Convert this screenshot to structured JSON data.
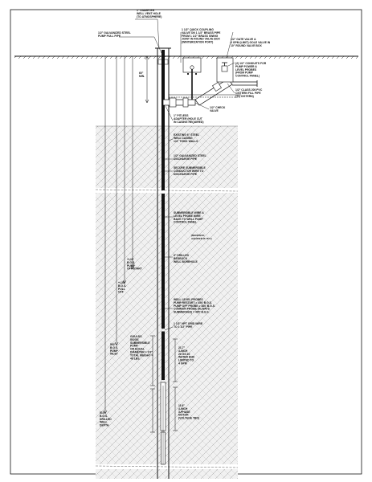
{
  "labels": {
    "vent": [
      "1\" DIAMETER",
      "WELL VENT HOLE",
      "(TO ATMOSPHERE)"
    ],
    "pump_pull_pipe": [
      "1/2\" GALVANIZED STEEL",
      "PUMP PULL PIPE"
    ],
    "quick_coupling": [
      "1 1/2\" QUICK COUPLING",
      "VALVE ON 1 1/2\" BRASS PIPE",
      "FROM 1 1/2\" BRASS SWING",
      "JOINT IN ROUND VALVE BOX",
      "(WINTERIZATION PORT)"
    ],
    "gate_valve": [
      "1/2\" GATE VALVE &",
      "4 GPM (LIMIT) GOLE VALVE IN",
      "10\" ROUND VALVE BOX"
    ],
    "conduits": [
      "(2) 1/2\" CONDUITS FOR",
      "PUMP POWER &",
      "LEVEL PROBES",
      "(FROM PUMP",
      "CONTROL PANEL)"
    ],
    "depth_60": [
      "60\"",
      "MIN."
    ],
    "pvc": [
      "1/2\" CLASS 200 PVC",
      "CISTERN FILL PIPE",
      "(TO CISTERN)"
    ],
    "check_valve": [
      "1/2\" CHECK",
      "VALVE"
    ],
    "pitless": [
      "1\" PITLESS",
      "ADAPTER (HOLE CUT",
      "IN CASING REQUIRED)"
    ],
    "casing": [
      "EXISTING 6\" STEEL",
      "WELL CASING",
      "1/4\" THICK WALLS"
    ],
    "discharge": [
      "1/2\" GALVANIZED STEEL",
      "DISCHARGE PIPE"
    ],
    "secure": [
      "SECURE SUBMERSIBLE",
      "CONDUCTOR WIRE TO",
      "DISCHARGE PIPE"
    ],
    "submersible_wire": [
      "SUBMERSIBLE WIRE &",
      "LEVEL PROBE WIRE",
      "BACK TO WELL PUMP",
      "CONTROL PANEL"
    ],
    "bedrock_note": [
      "(BEDROCK",
      "AQUIFER IS 7FT.)"
    ],
    "drilled": [
      "6\" DRILLED",
      "BEDROCK",
      "WELL BOREHOLE"
    ],
    "left_1": [
      "+/-15'",
      "B.G.S.",
      "PUMP",
      "OFF/START"
    ],
    "left_2": [
      "+/-35'",
      "B.G.S.",
      "PULL",
      "OFF"
    ],
    "probes": [
      "WELL LEVEL PROBES",
      "PUMP RESTART = 450' B.G.S.",
      "PUMP OFF PROBE = 460' B.G.S.",
      "COMMON PROBE (ALWAYS",
      "SUBMERGED) = 465' B.G.S."
    ],
    "npt": [
      "1 1/2\" NPT GRID WIRE",
      "TO 1 1/2\" PIPE"
    ],
    "left_3": [
      "502'",
      "B.G.S.",
      "PUMP",
      "INLET"
    ],
    "goulds": [
      "GOULDS",
      "502GS",
      "SUBMERSIBLE",
      "PUMP",
      "OR EQUAL",
      "DIAMETER = 3.9\"",
      "TOTAL WEIGHT =",
      "48 LBS."
    ],
    "water_end": [
      "21.7\"",
      "4-INCH",
      "20 GS 20",
      "WATER END",
      "LIMITED TO",
      "4 GPM"
    ],
    "motor": [
      "11.6\"",
      "4-INCH",
      "3-PHASE",
      "MOTOR",
      "(VOLTAGE TBD)"
    ],
    "left_4": [
      "510'",
      "B.G.S.",
      "DRILLED",
      "WELL",
      "DEPTH"
    ]
  },
  "colors": {
    "line": "#111111",
    "hatch": "#9a9a9a",
    "rock_fill": "#eeeeee"
  }
}
